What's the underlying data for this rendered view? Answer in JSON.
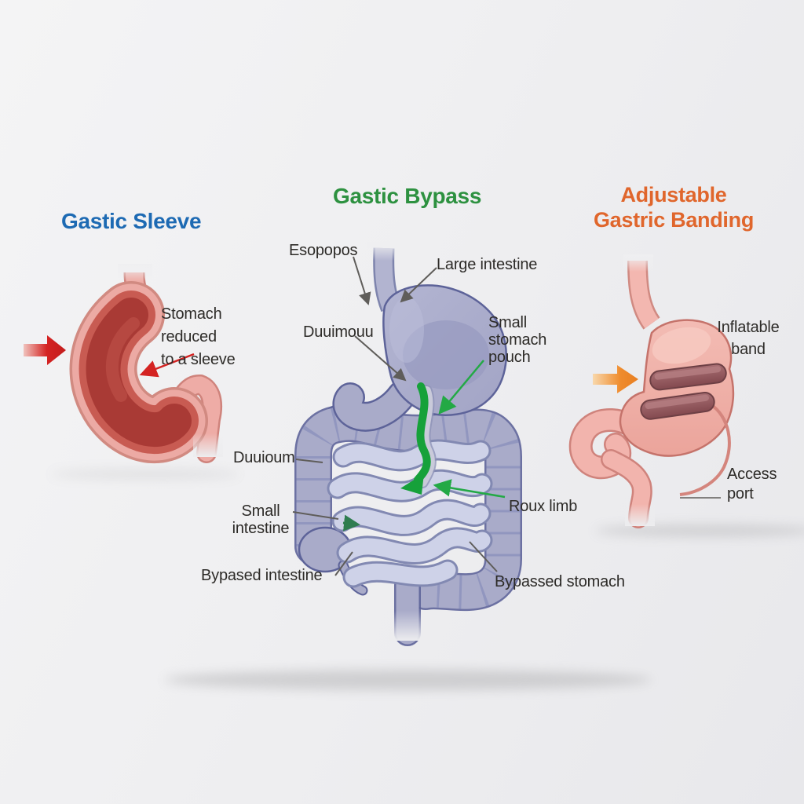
{
  "panels": {
    "sleeve": {
      "title": "Gastic Sleeve",
      "annotation": "Stomach\nreduced\nto a sleeve"
    },
    "bypass": {
      "title": "Gastic Bypass",
      "labels": {
        "esophagus": "Esopopos",
        "large_intestine": "Large intestine",
        "duodenum_upper": "Duuimouu",
        "small_stomach_pouch": "Small\nstomach\npouch",
        "duodenum": "Duuioum",
        "small_intestine": "Small\nintestine",
        "bypassed_intestine": "Bypased intestine",
        "roux_limb": "Roux limb",
        "bypassed_stomach": "Bypassed stomach"
      }
    },
    "banding": {
      "title": "Adjustable\nGastric Banding",
      "labels": {
        "inflatable_band": "Inflatable\nband",
        "access_port": "Access\nport"
      }
    }
  },
  "colors": {
    "title-sleeve": "#1d6ab3",
    "title-bypass": "#2d9140",
    "title-banding": "#e0662c",
    "label-text": "#2d2b28",
    "leader": "#5f5d5a",
    "green-arrow": "#16a13a",
    "green-annot": "#23a945",
    "green-mini": "#2f7d4f",
    "red-arrow": "#d42322",
    "orange-arrow": "#ee8b2f",
    "organ-purple": "#a9abc9",
    "organ-purple-outline": "#5d6399",
    "intestine-light": "#ced2e8",
    "intestine-outline": "#8289b2",
    "sleeve-red": "#a93a35",
    "sleeve-rim": "#ecaaa4",
    "stomach-pink": "#f0b3ab",
    "stomach-pink-outline": "#c5736b",
    "band": "#94595f"
  }
}
